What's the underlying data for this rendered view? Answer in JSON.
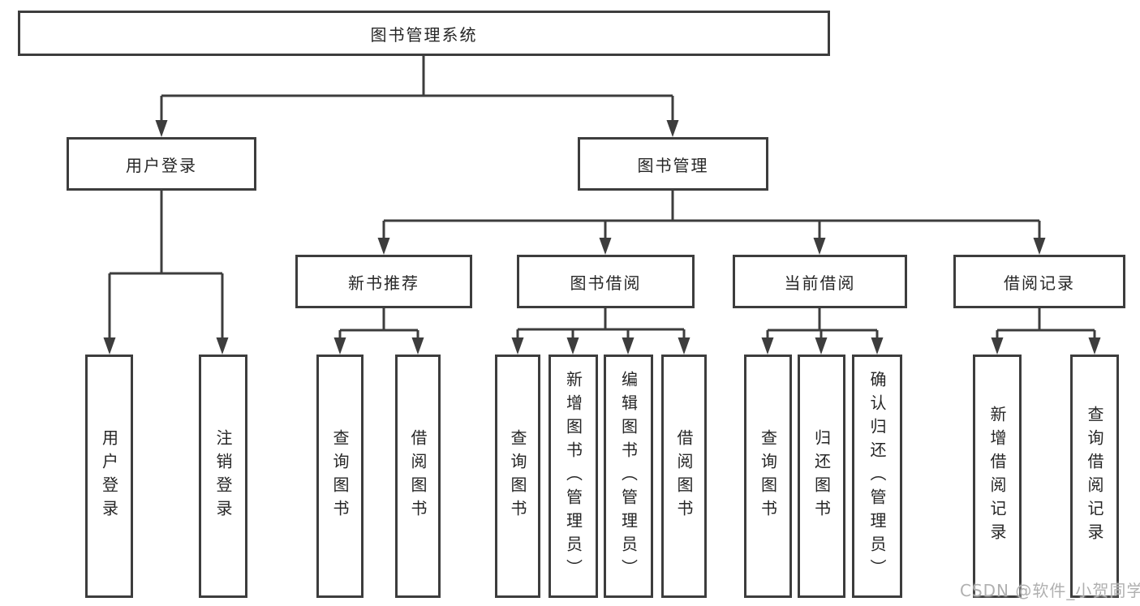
{
  "diagram": {
    "title": "图书管理系统",
    "watermark": "CSDN @软件_小贺同学",
    "colors": {
      "line": "#3d3d3d",
      "text": "#262626",
      "background": "#ffffff",
      "watermark": "#b0b0b0"
    },
    "nodes": {
      "root": {
        "label": "图书管理系统"
      },
      "user_login": {
        "label": "用户登录"
      },
      "book_mgmt": {
        "label": "图书管理"
      },
      "user_login_leaf": {
        "label": "用户登录"
      },
      "logout_leaf": {
        "label": "注销登录"
      },
      "new_book_rec": {
        "label": "新书推荐"
      },
      "book_borrow": {
        "label": "图书借阅"
      },
      "current_borrow": {
        "label": "当前借阅"
      },
      "borrow_records": {
        "label": "借阅记录"
      },
      "nbr_query": {
        "label": "查询图书"
      },
      "nbr_borrow": {
        "label": "借阅图书"
      },
      "bb_query": {
        "label": "查询图书"
      },
      "bb_add": {
        "label": "新增图书（管理员）"
      },
      "bb_edit": {
        "label": "编辑图书（管理员）"
      },
      "bb_borrow": {
        "label": "借阅图书"
      },
      "cb_query": {
        "label": "查询图书"
      },
      "cb_return": {
        "label": "归还图书"
      },
      "cb_confirm": {
        "label": "确认归还（管理员）"
      },
      "br_add": {
        "label": "新增借阅记录"
      },
      "br_query": {
        "label": "查询借阅记录"
      }
    }
  }
}
